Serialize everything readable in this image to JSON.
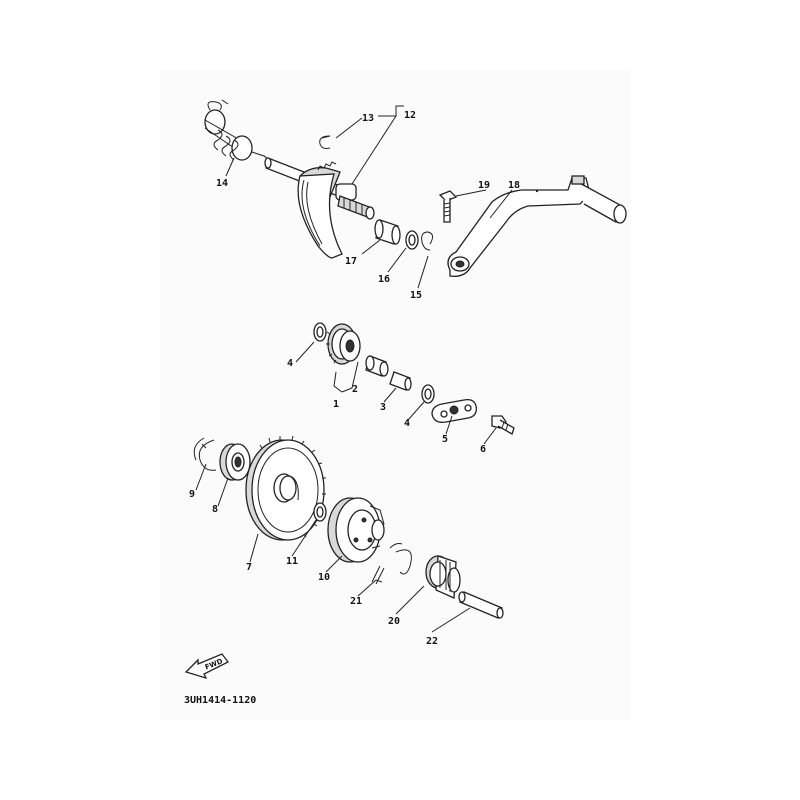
{
  "diagram": {
    "part_labels": [
      "1",
      "2",
      "3",
      "4",
      "4",
      "5",
      "6",
      "7",
      "8",
      "9",
      "10",
      "11",
      "12",
      "13",
      "14",
      "15",
      "16",
      "17",
      "18",
      "19",
      "20",
      "21",
      "22"
    ],
    "diagram_code": "3UH1414-1120",
    "fwd_arrow_text": "FWD"
  }
}
